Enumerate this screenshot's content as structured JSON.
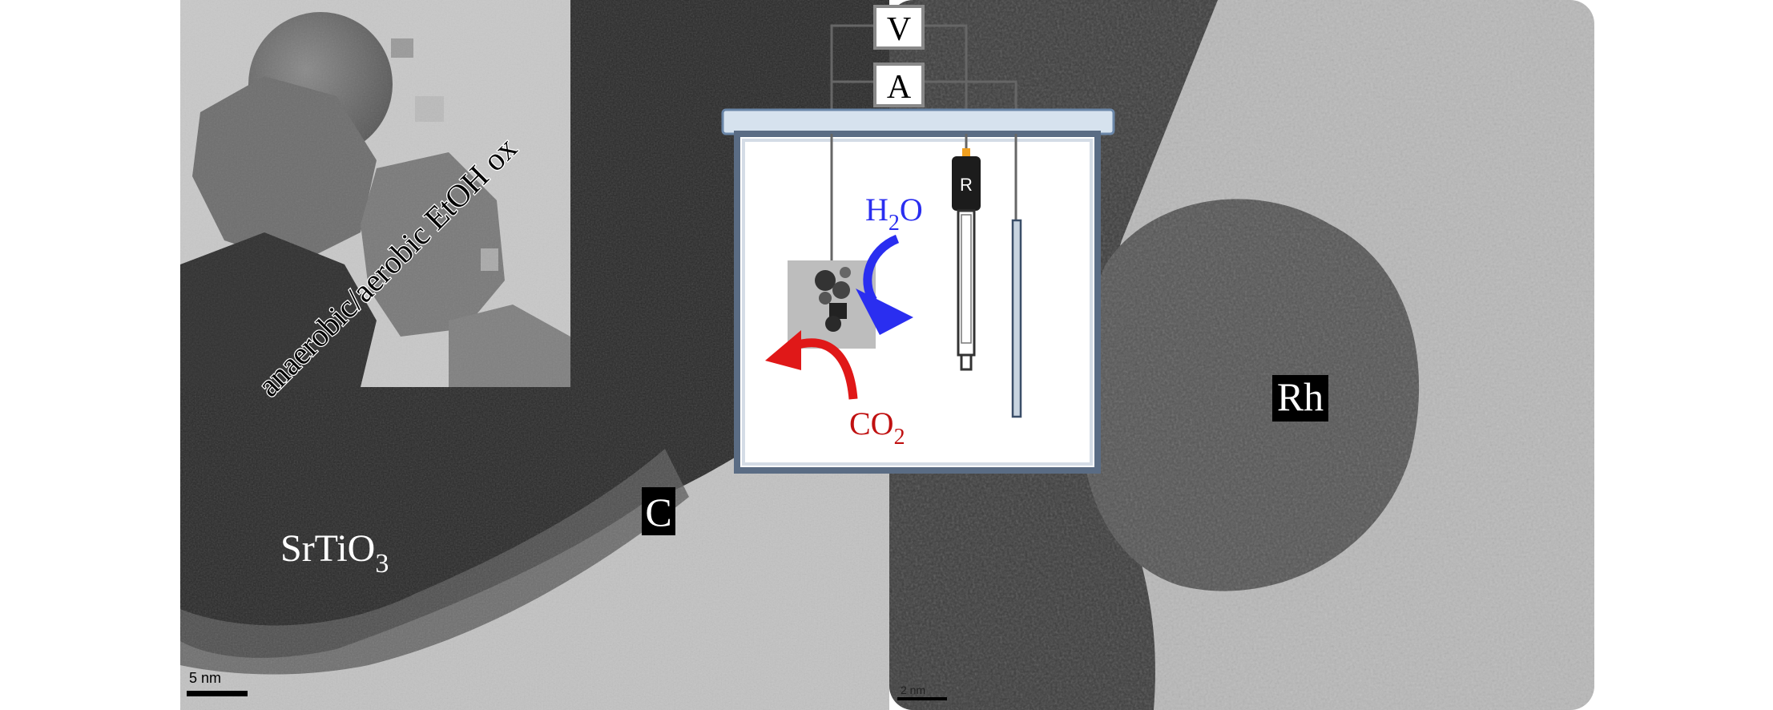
{
  "labels": {
    "srtio3": {
      "main": "SrTiO",
      "sub": "3"
    },
    "carbon": "C",
    "rhodium": "Rh",
    "inset_caption": "anaerobic/aerobic EtOH ox",
    "water": {
      "main": "H",
      "sub": "2",
      "rest": "O"
    },
    "co2": {
      "main": "CO",
      "sub": "2"
    },
    "voltmeter": "V",
    "ammeter": "A",
    "reference_electrode": "R",
    "scale_bar_left": "5 nm",
    "scale_bar_right": "2 nm"
  },
  "colors": {
    "water_arrow": "#2a2ef0",
    "co2_arrow": "#e01818",
    "water_text": "#2a2ef0",
    "co2_text": "#c01010",
    "reference_tip": "#f0a020",
    "counter_electrode": "#c8d4e0"
  }
}
